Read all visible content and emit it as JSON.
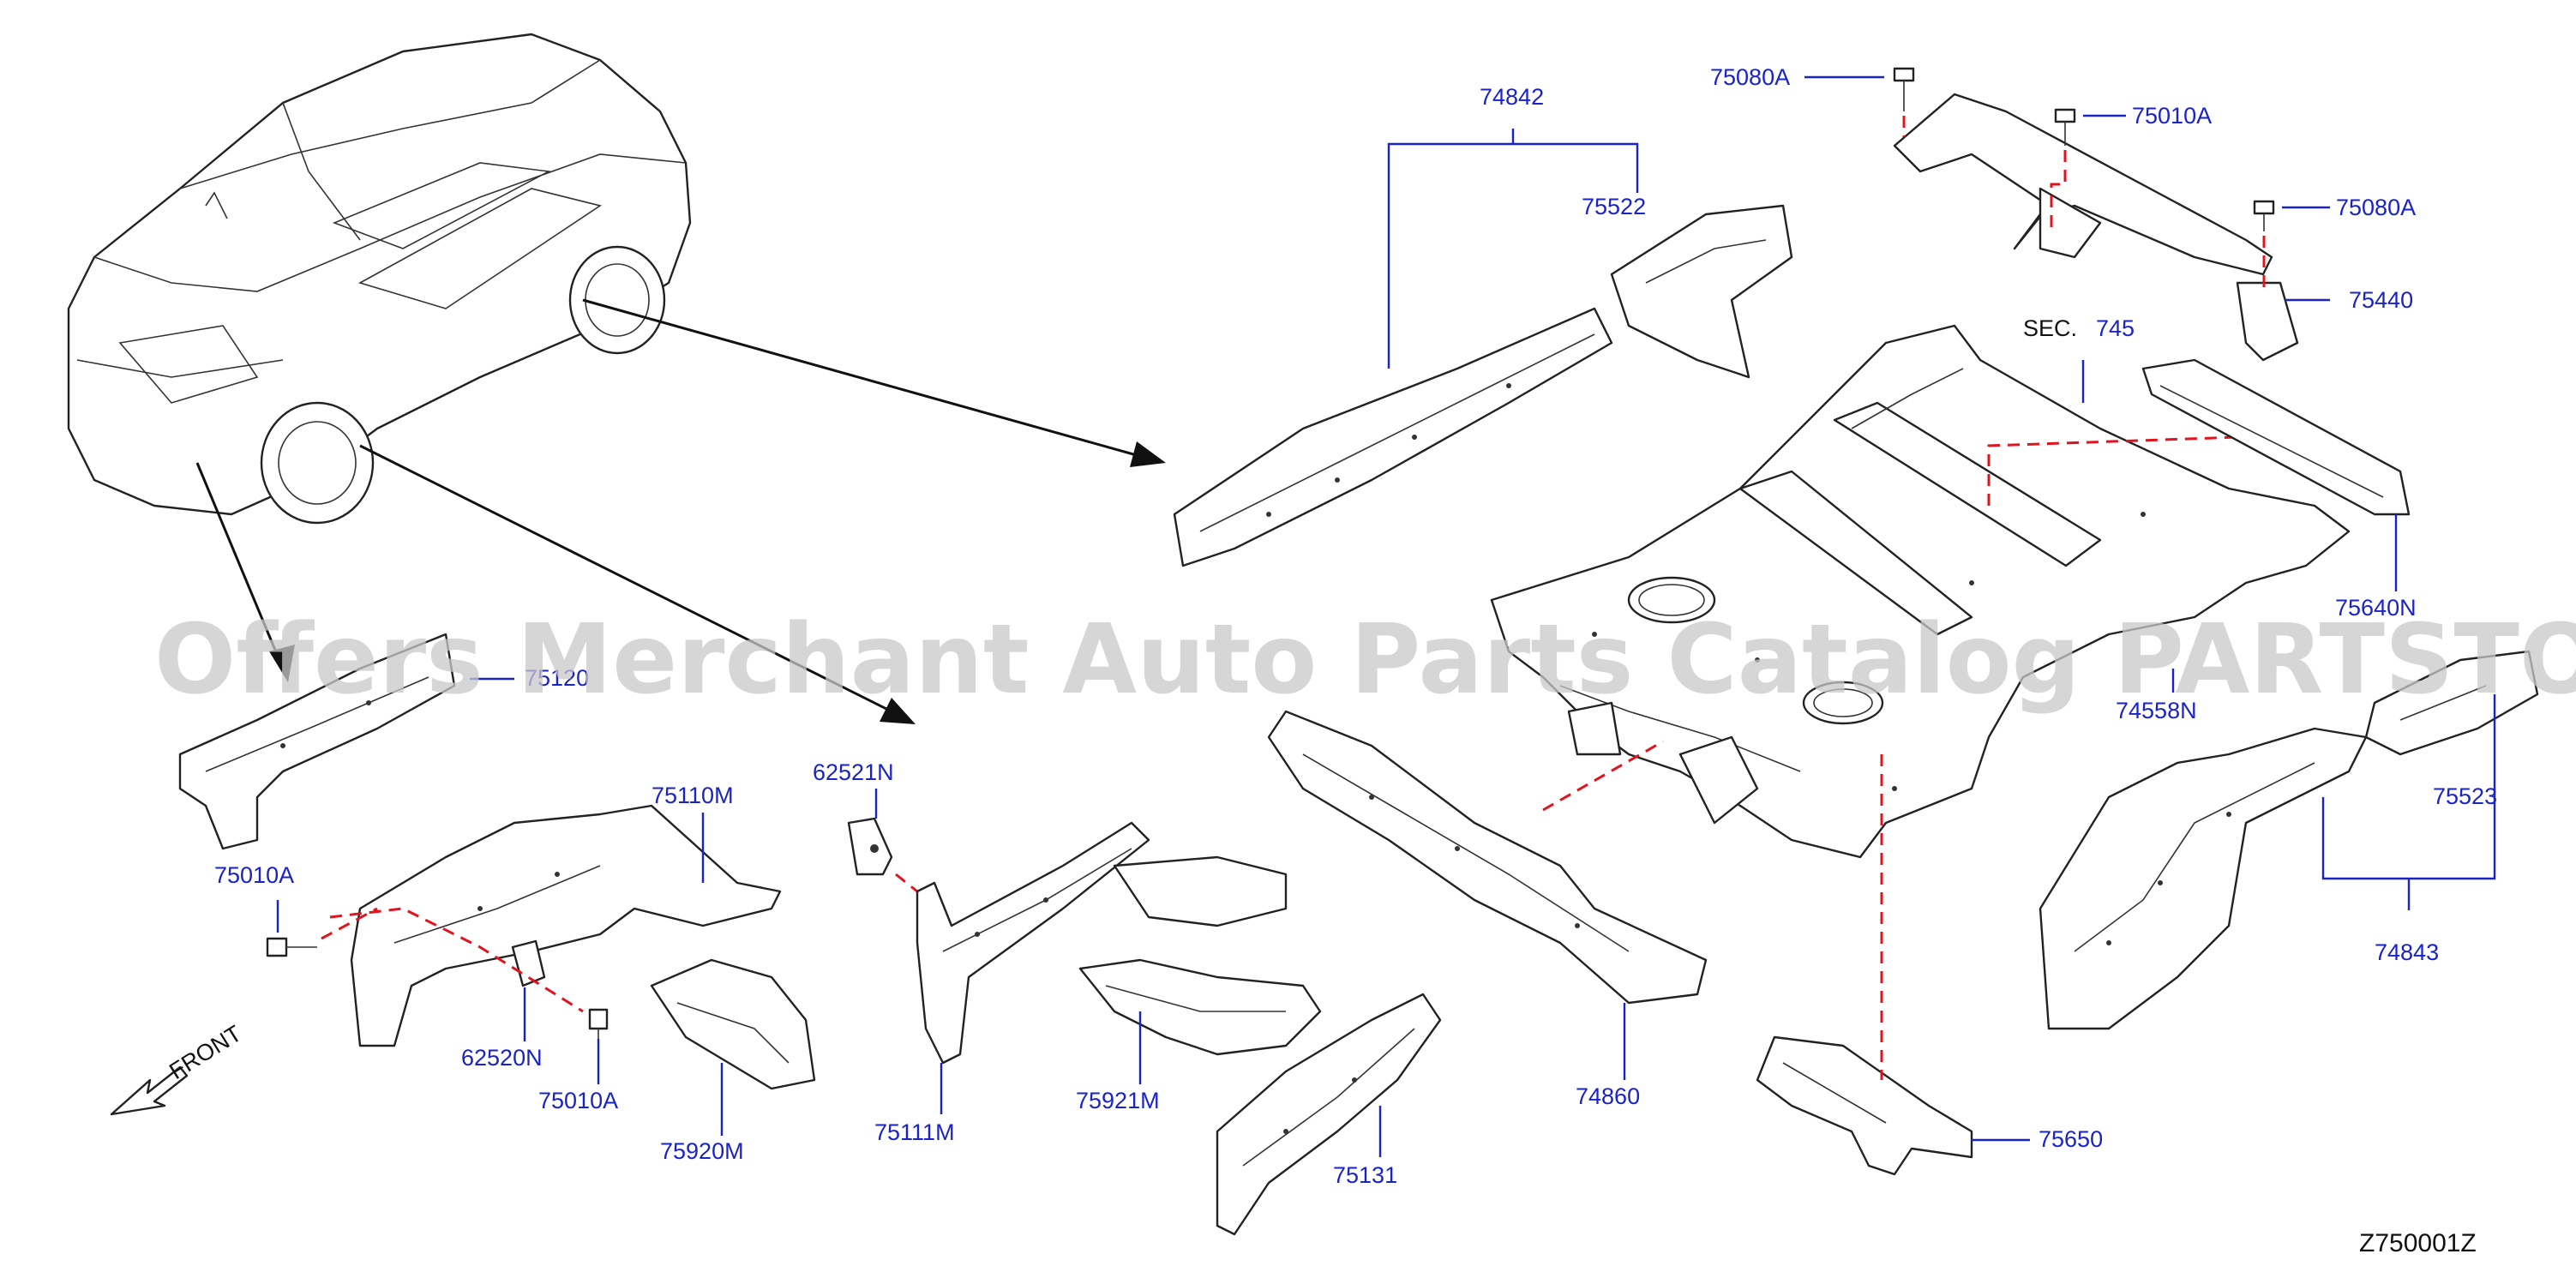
{
  "labels": {
    "p74842": "74842",
    "p75522": "75522",
    "p75080A_top": "75080A",
    "p75010A_top": "75010A",
    "p75080A_right": "75080A",
    "p75440": "75440",
    "sec_prefix": "SEC.",
    "sec_num": "745",
    "p75640N": "75640N",
    "p74558N": "74558N",
    "p75523": "75523",
    "p74843": "74843",
    "p75120": "75120",
    "p75110M": "75110M",
    "p62521N": "62521N",
    "p75010A_left": "75010A",
    "p62520N": "62520N",
    "p75010A_bottom": "75010A",
    "p75920M": "75920M",
    "p75111M": "75111M",
    "p75921M": "75921M",
    "p75131": "75131",
    "p74860": "74860",
    "p75650": "75650"
  },
  "front_label": "FRONT",
  "diagram_code": "Z750001Z",
  "watermark": "Offers Merchant Auto Parts Catalog PARTSTORE.SA",
  "colors": {
    "label": "#1a23c8",
    "dashed_guide": "#e0141e",
    "line": "#222222"
  }
}
